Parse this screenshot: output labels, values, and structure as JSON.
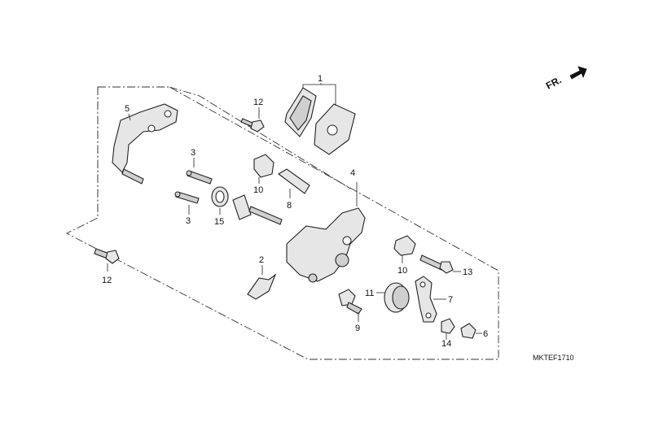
{
  "diagram": {
    "front_indicator": "FR.",
    "drawing_code": "MKTEF1710",
    "callouts": {
      "c1": "1",
      "c2": "2",
      "c3a": "3",
      "c3b": "3",
      "c4": "4",
      "c5": "5",
      "c6": "6",
      "c7": "7",
      "c8": "8",
      "c9": "9",
      "c10a": "10",
      "c10b": "10",
      "c11": "11",
      "c12a": "12",
      "c12b": "12",
      "c13": "13",
      "c14": "14",
      "c15": "15"
    }
  }
}
